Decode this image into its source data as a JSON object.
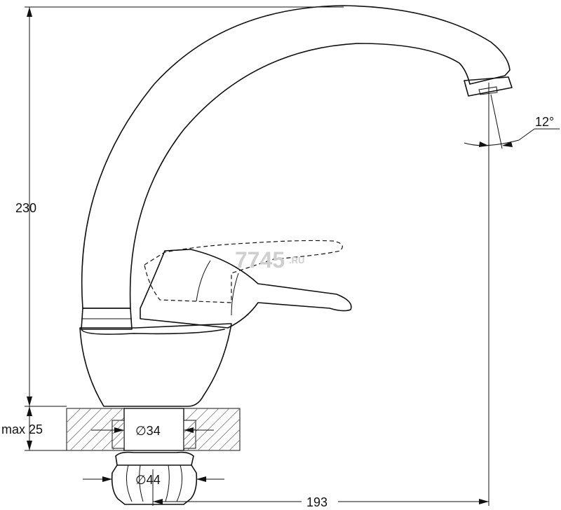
{
  "dimensions": {
    "height_total": "230",
    "countertop_max": "max 25",
    "shank_diameter": "∅34",
    "nut_diameter": "∅44",
    "reach": "193",
    "spout_angle": "12°"
  },
  "watermark": {
    "main": "7745",
    "suffix": ".RU"
  }
}
